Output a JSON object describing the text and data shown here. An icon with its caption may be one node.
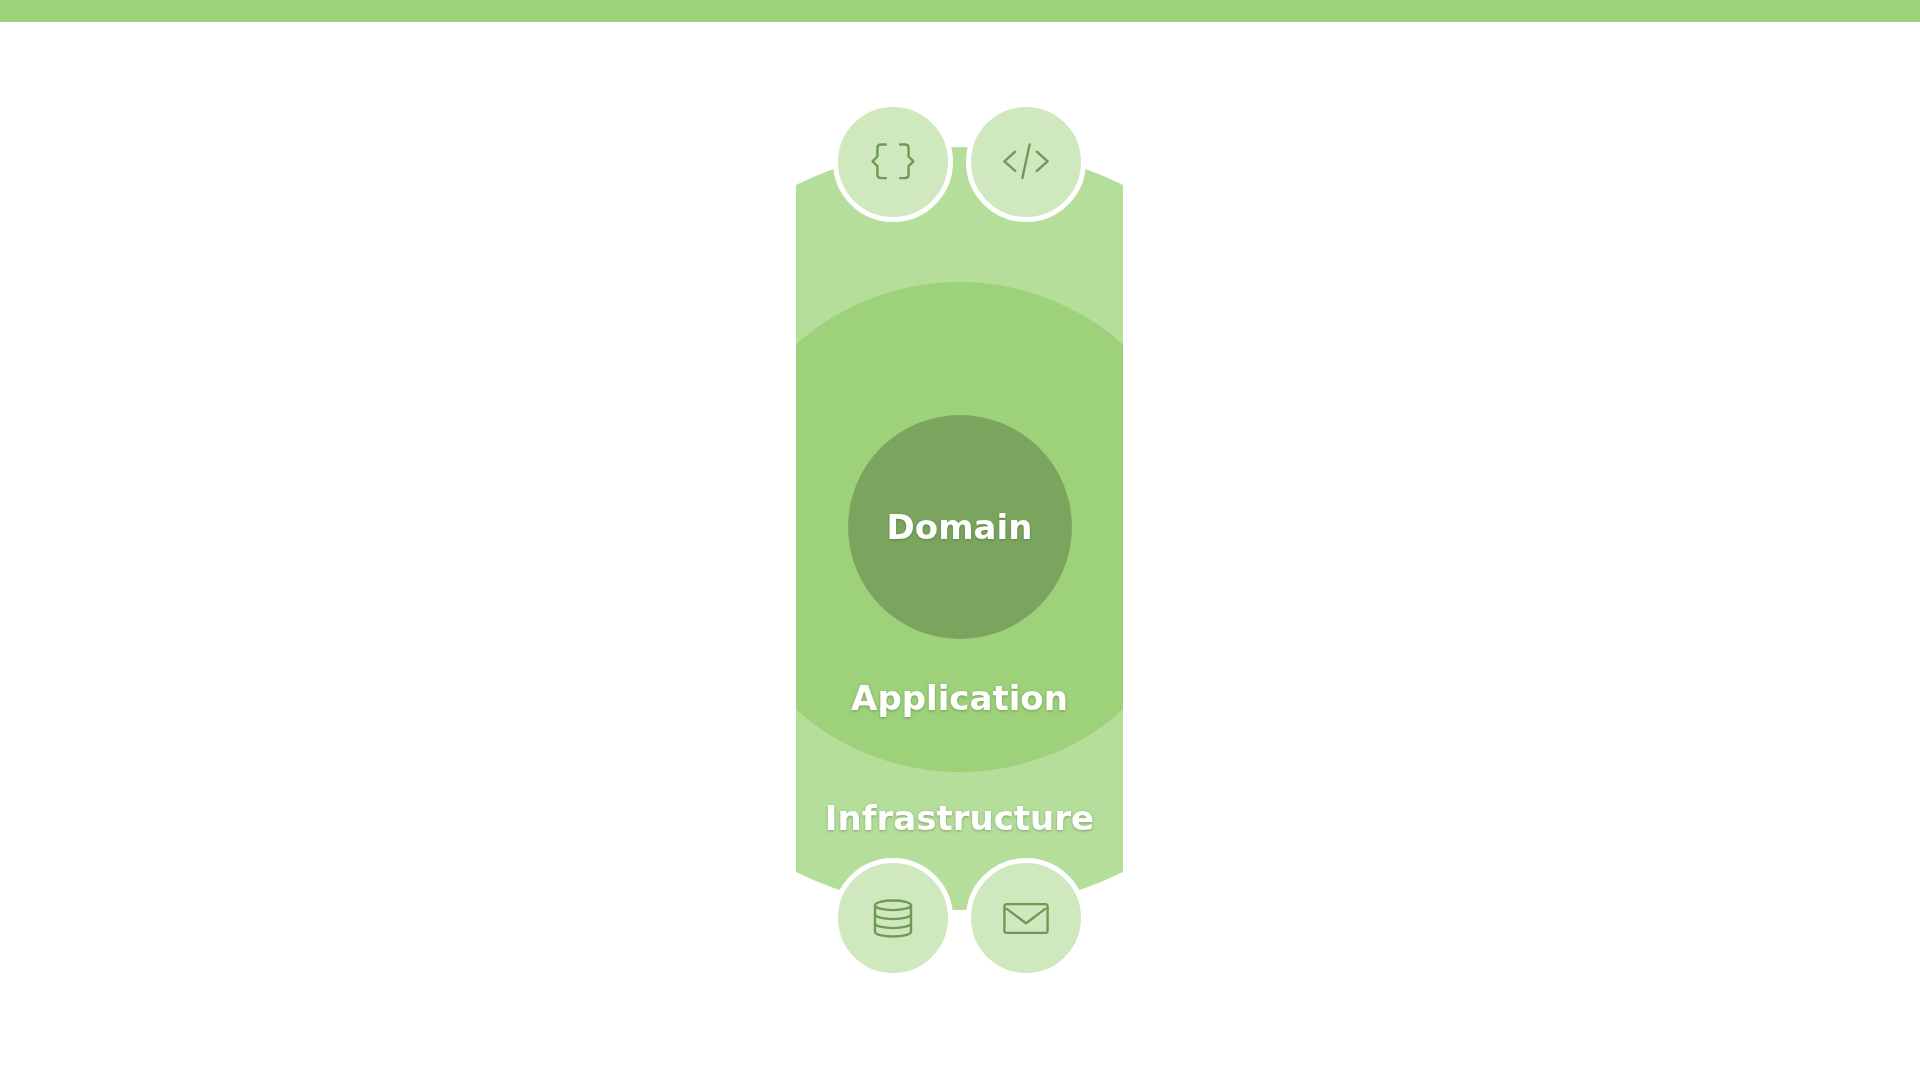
{
  "diagram": {
    "nodes": [
      {
        "text": [
          "Infrastructure"
        ]
      },
      {
        "text": [
          "Application"
        ],
        "in": 0
      },
      {
        "text": [
          "Domain"
        ],
        "in": 1
      },
      {
        "text": [],
        "shape": "circle"
      },
      {
        "text": [],
        "shape": "circle"
      },
      {
        "text": [],
        "shape": "circle"
      },
      {
        "text": [],
        "shape": "circle"
      },
      {
        "text": [],
        "shape": "bar"
      }
    ]
  }
}
